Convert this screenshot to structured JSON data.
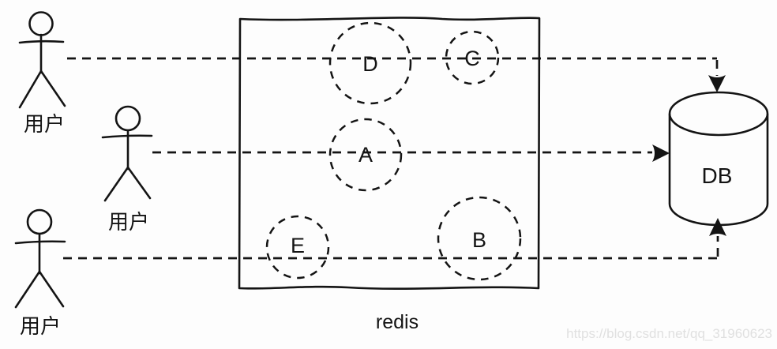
{
  "diagram": {
    "actors": [
      {
        "label": "用户"
      },
      {
        "label": "用户"
      },
      {
        "label": "用户"
      }
    ],
    "cache": {
      "label": "redis",
      "items": [
        {
          "label": "D"
        },
        {
          "label": "C"
        },
        {
          "label": "A"
        },
        {
          "label": "E"
        },
        {
          "label": "B"
        }
      ]
    },
    "database": {
      "label": "DB"
    },
    "watermark": "https://blog.csdn.net/qq_31960623",
    "colors": {
      "ink": "#141414",
      "background": "#fdfdfd",
      "watermark": "#e0e0e0"
    }
  }
}
